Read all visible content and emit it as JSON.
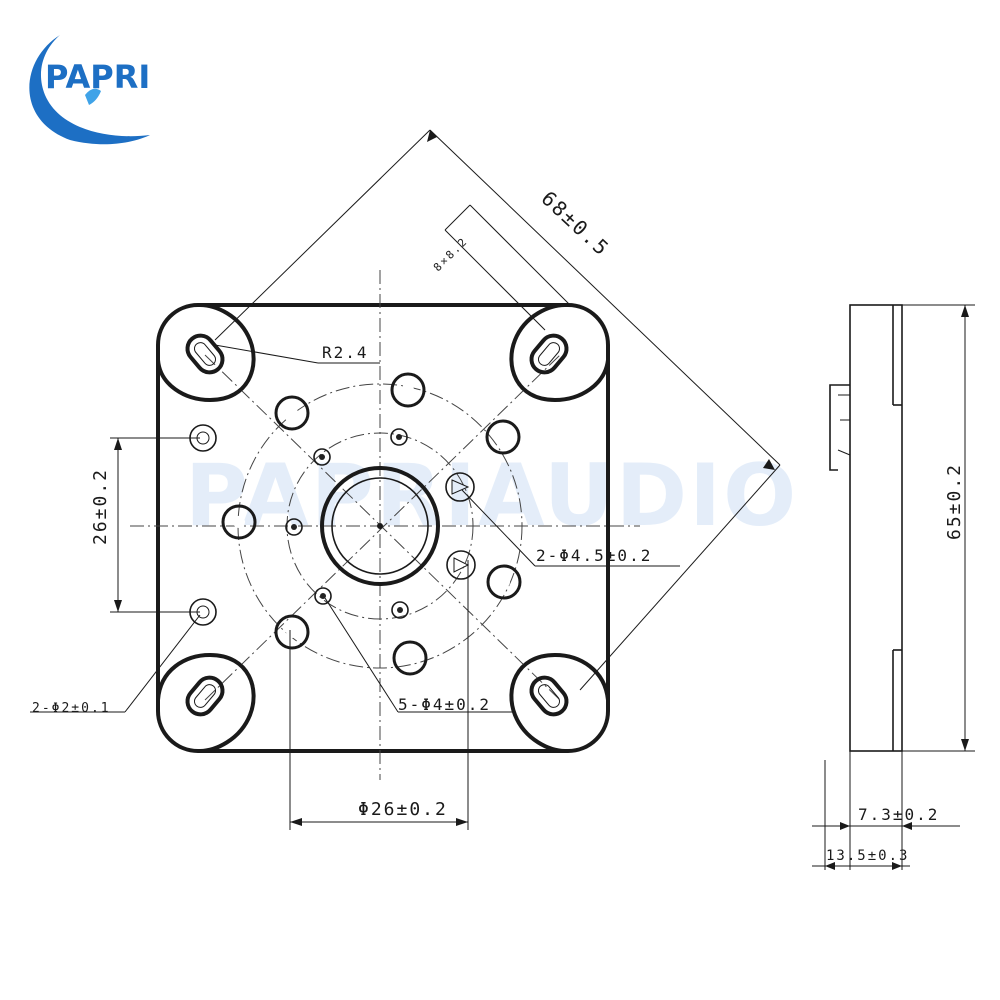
{
  "logo": {
    "text": "PAPRI",
    "color": "#1d6fc4"
  },
  "watermark": {
    "text": "PAPRIAUDIO"
  },
  "dimensions": {
    "diag": "68±0.5",
    "slot": "8×8.2",
    "radius": "R2.4",
    "vert_spacing": "26±0.2",
    "pin_holes": "2-Φ4.5±0.2",
    "mount_holes": "2-Φ2±0.1",
    "small_holes": "5-Φ4±0.2",
    "pcd": "Φ26±0.2",
    "height": "65±0.2",
    "side_thickness": "7.3±0.2",
    "side_total": "13.5±0.3"
  }
}
